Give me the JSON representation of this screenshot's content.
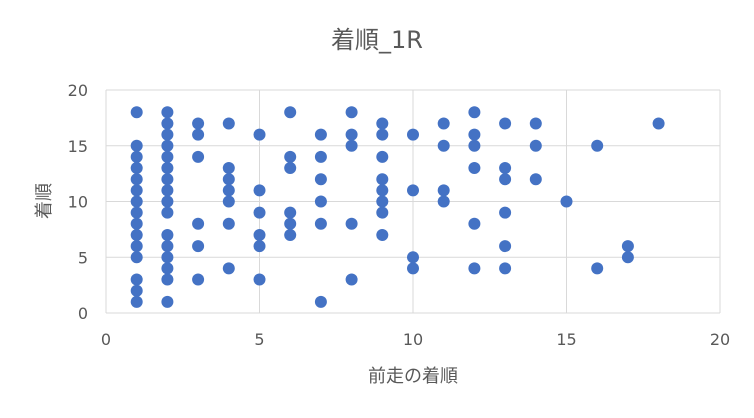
{
  "chart_data": {
    "type": "scatter",
    "title": "着順_1R",
    "xlabel": "前走の着順",
    "ylabel": "着順",
    "xlim": [
      0,
      20
    ],
    "ylim": [
      0,
      20
    ],
    "xticks": [
      0,
      5,
      10,
      15,
      20
    ],
    "yticks": [
      0,
      5,
      10,
      15,
      20
    ],
    "grid": true,
    "legend": "none",
    "marker_color": "#4472c4",
    "points": [
      [
        1,
        18
      ],
      [
        1,
        15
      ],
      [
        1,
        14
      ],
      [
        1,
        13
      ],
      [
        1,
        12
      ],
      [
        1,
        11
      ],
      [
        1,
        10
      ],
      [
        1,
        9
      ],
      [
        1,
        8
      ],
      [
        1,
        7
      ],
      [
        1,
        6
      ],
      [
        1,
        5
      ],
      [
        1,
        3
      ],
      [
        1,
        2
      ],
      [
        1,
        1
      ],
      [
        2,
        18
      ],
      [
        2,
        17
      ],
      [
        2,
        16
      ],
      [
        2,
        15
      ],
      [
        2,
        14
      ],
      [
        2,
        13
      ],
      [
        2,
        12
      ],
      [
        2,
        11
      ],
      [
        2,
        10
      ],
      [
        2,
        9
      ],
      [
        2,
        7
      ],
      [
        2,
        6
      ],
      [
        2,
        5
      ],
      [
        2,
        4
      ],
      [
        2,
        3
      ],
      [
        2,
        1
      ],
      [
        3,
        17
      ],
      [
        3,
        16
      ],
      [
        3,
        14
      ],
      [
        3,
        8
      ],
      [
        3,
        6
      ],
      [
        3,
        3
      ],
      [
        4,
        17
      ],
      [
        4,
        13
      ],
      [
        4,
        12
      ],
      [
        4,
        11
      ],
      [
        4,
        10
      ],
      [
        4,
        8
      ],
      [
        4,
        4
      ],
      [
        5,
        16
      ],
      [
        5,
        11
      ],
      [
        5,
        9
      ],
      [
        5,
        7
      ],
      [
        5,
        6
      ],
      [
        5,
        3
      ],
      [
        6,
        18
      ],
      [
        6,
        14
      ],
      [
        6,
        13
      ],
      [
        6,
        9
      ],
      [
        6,
        8
      ],
      [
        6,
        7
      ],
      [
        7,
        16
      ],
      [
        7,
        14
      ],
      [
        7,
        12
      ],
      [
        7,
        10
      ],
      [
        7,
        8
      ],
      [
        7,
        1
      ],
      [
        8,
        18
      ],
      [
        8,
        16
      ],
      [
        8,
        15
      ],
      [
        8,
        8
      ],
      [
        8,
        3
      ],
      [
        9,
        17
      ],
      [
        9,
        16
      ],
      [
        9,
        14
      ],
      [
        9,
        12
      ],
      [
        9,
        11
      ],
      [
        9,
        10
      ],
      [
        9,
        9
      ],
      [
        9,
        7
      ],
      [
        10,
        16
      ],
      [
        10,
        11
      ],
      [
        10,
        5
      ],
      [
        10,
        4
      ],
      [
        11,
        17
      ],
      [
        11,
        15
      ],
      [
        11,
        11
      ],
      [
        11,
        10
      ],
      [
        12,
        18
      ],
      [
        12,
        16
      ],
      [
        12,
        15
      ],
      [
        12,
        13
      ],
      [
        12,
        8
      ],
      [
        12,
        4
      ],
      [
        13,
        17
      ],
      [
        13,
        13
      ],
      [
        13,
        12
      ],
      [
        13,
        9
      ],
      [
        13,
        6
      ],
      [
        13,
        4
      ],
      [
        14,
        17
      ],
      [
        14,
        15
      ],
      [
        14,
        12
      ],
      [
        15,
        10
      ],
      [
        16,
        15
      ],
      [
        16,
        4
      ],
      [
        17,
        6
      ],
      [
        17,
        5
      ],
      [
        18,
        17
      ]
    ]
  }
}
